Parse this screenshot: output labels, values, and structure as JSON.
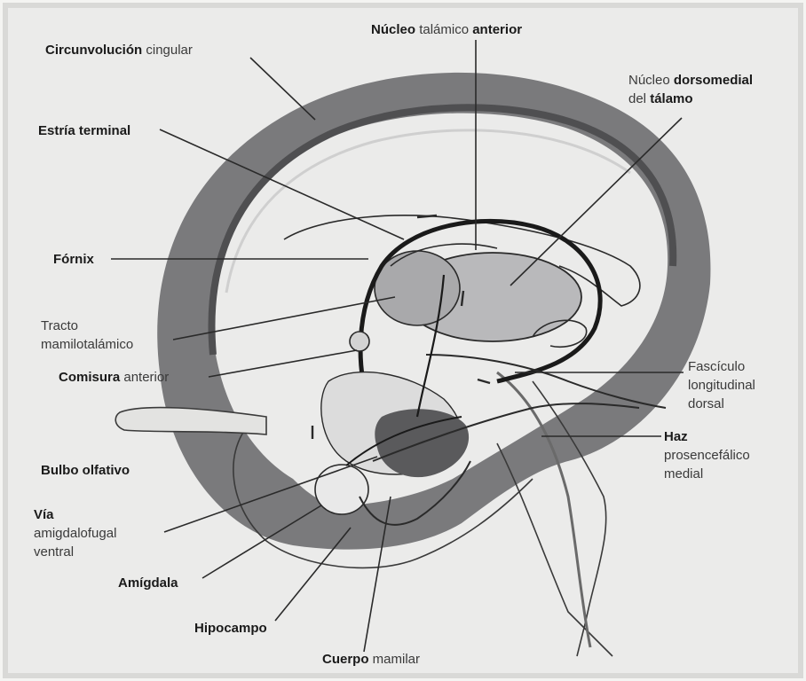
{
  "labels": {
    "cingulate_a": "Circunvolución",
    "cingulate_b": "cingular",
    "thalamic_anterior_a": "Núcleo",
    "thalamic_anterior_b": "talámico",
    "thalamic_anterior_c": "anterior",
    "dorsomedial_line1_a": "Núcleo",
    "dorsomedial_line1_b": "dorsomedial",
    "dorsomedial_line2_a": "del",
    "dorsomedial_line2_b": "tálamo",
    "stria_a": "Estría",
    "stria_b": "terminal",
    "fornix": "Fórnix",
    "mammillothalamic_line1": "Tracto",
    "mammillothalamic_line2": "mamilotalámico",
    "commissure_a": "Comisura",
    "commissure_b": "anterior",
    "fasciculus_line1": "Fascículo",
    "fasciculus_line2": "longitudinal",
    "fasciculus_line3": "dorsal",
    "olfactory": "Bulbo olfativo",
    "medial_bundle_line1": "Haz",
    "medial_bundle_line2": "prosencefálico",
    "medial_bundle_line3": "medial",
    "ventral_path_line1": "Vía",
    "ventral_path_line2": "amigdalofugal",
    "ventral_path_line3": "ventral",
    "amygdala": "Amígdala",
    "hippocampus": "Hipocampo",
    "mammillary_a": "Cuerpo",
    "mammillary_b": "mamilar"
  },
  "colors": {
    "background": "#f4f4f2",
    "frame": "#d9d9d7",
    "cortex_band": "#7a7a7c",
    "cortex_dark": "#565658",
    "thalamus_fill": "#b9b9bb",
    "deep_fill": "#9b9b9d",
    "line": "#2a2a2a"
  }
}
